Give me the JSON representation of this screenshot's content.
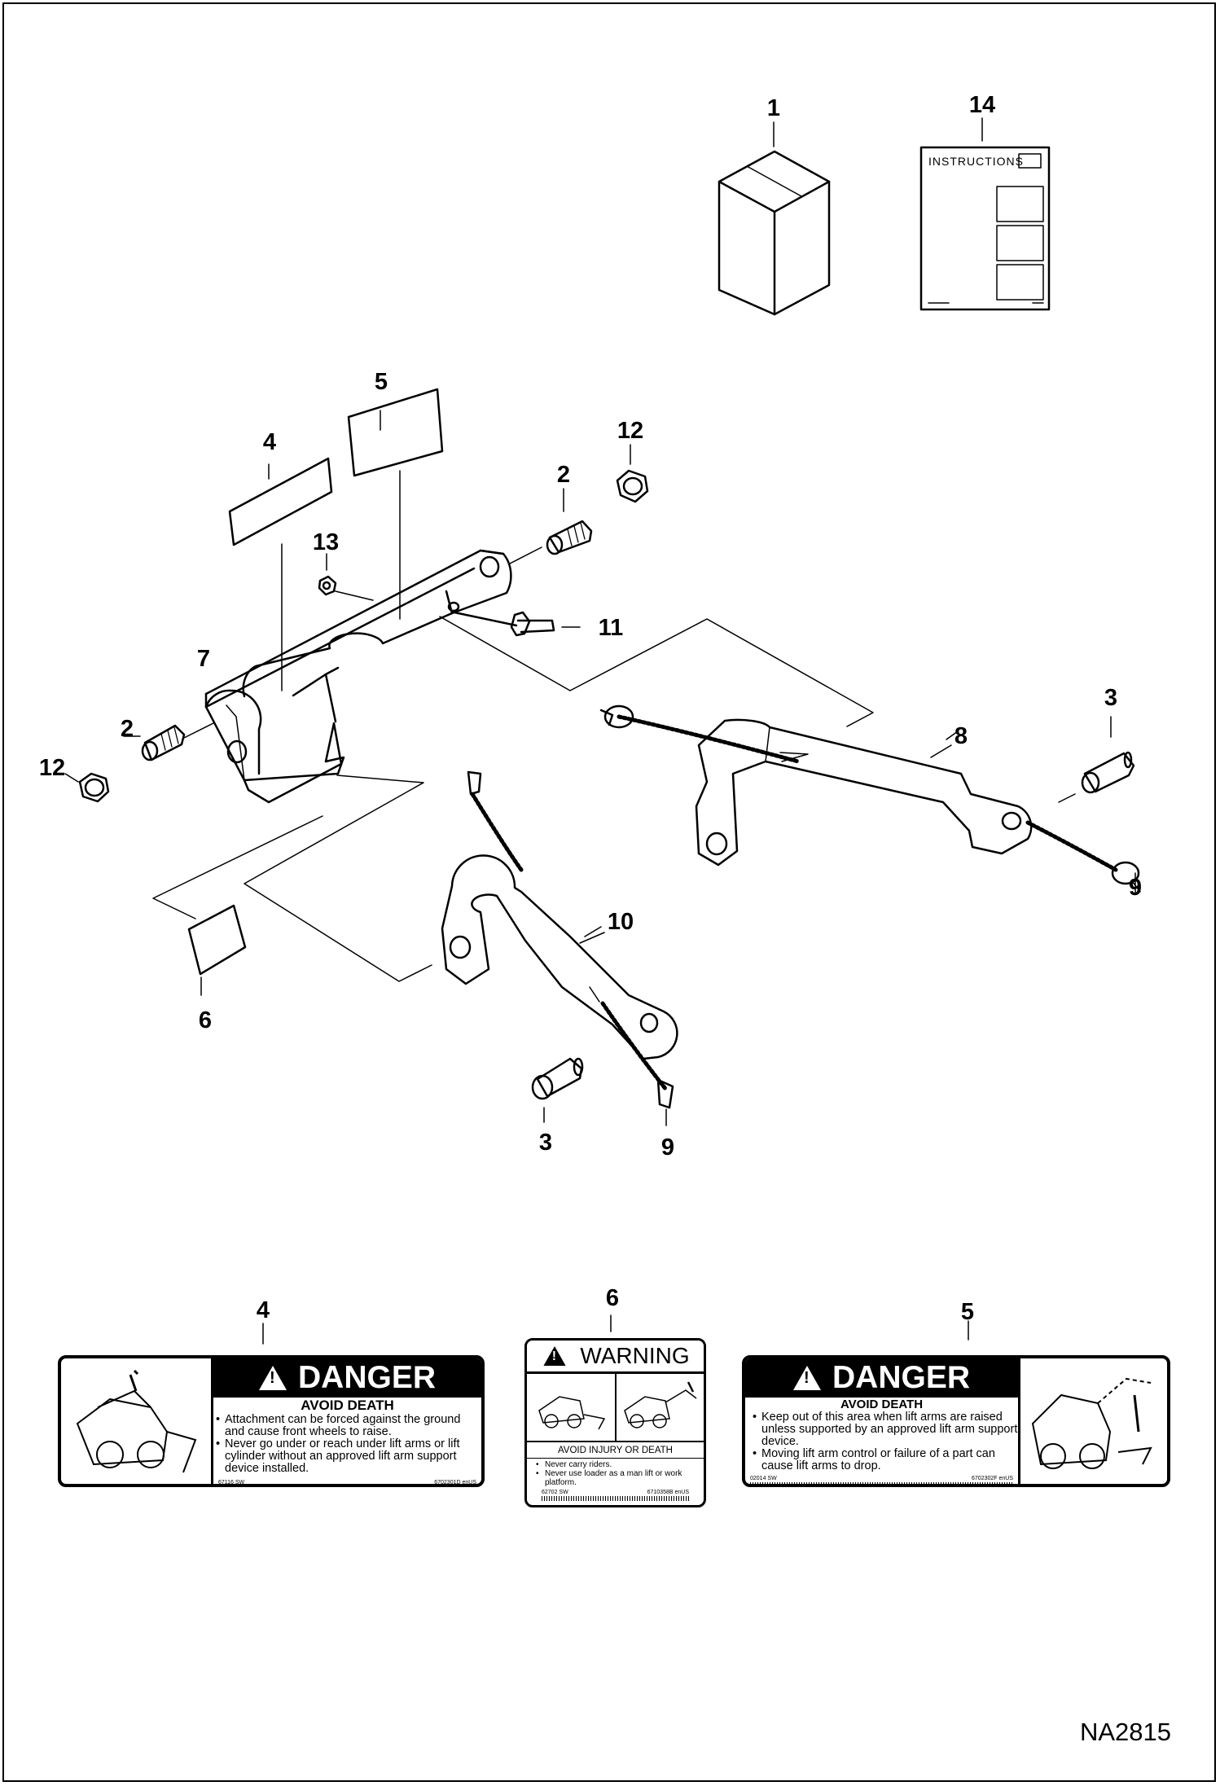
{
  "diagram": {
    "document_id": "NA2815",
    "instructions_label": "INSTRUCTIONS",
    "callouts": {
      "c1": "1",
      "c14": "14",
      "c5": "5",
      "c4": "4",
      "c12a": "12",
      "c2a": "2",
      "c13": "13",
      "c11": "11",
      "c7": "7",
      "c2b": "2",
      "c12b": "12",
      "c3a": "3",
      "c8": "8",
      "c9a": "9",
      "c10": "10",
      "c6": "6",
      "c3b": "3",
      "c9b": "9",
      "d4": "4",
      "d6": "6",
      "d5": "5"
    }
  },
  "decals": {
    "decal4": {
      "header": "DANGER",
      "subheader": "AVOID DEATH",
      "bullets": [
        "Attachment can be forced against the ground and cause front wheels to raise.",
        "Never go under or reach under lift arms or lift cylinder without an approved lift arm support device installed."
      ],
      "footer_left": "67116 SW",
      "footer_right": "6702301D enUS"
    },
    "decal6": {
      "header": "WARNING",
      "subheader": "AVOID INJURY OR DEATH",
      "bullets": [
        "Never carry riders.",
        "Never use loader as a man lift or work platform."
      ],
      "footer_left": "62702 SW",
      "footer_right": "6710358B enUS"
    },
    "decal5": {
      "header": "DANGER",
      "subheader": "AVOID DEATH",
      "bullets": [
        "Keep out of this area when lift arms are raised unless supported by an approved lift arm support device.",
        "Moving lift arm control or failure of a part can cause lift arms to drop."
      ],
      "footer_left": "02014 SW",
      "footer_right": "6702302F enUS"
    }
  }
}
